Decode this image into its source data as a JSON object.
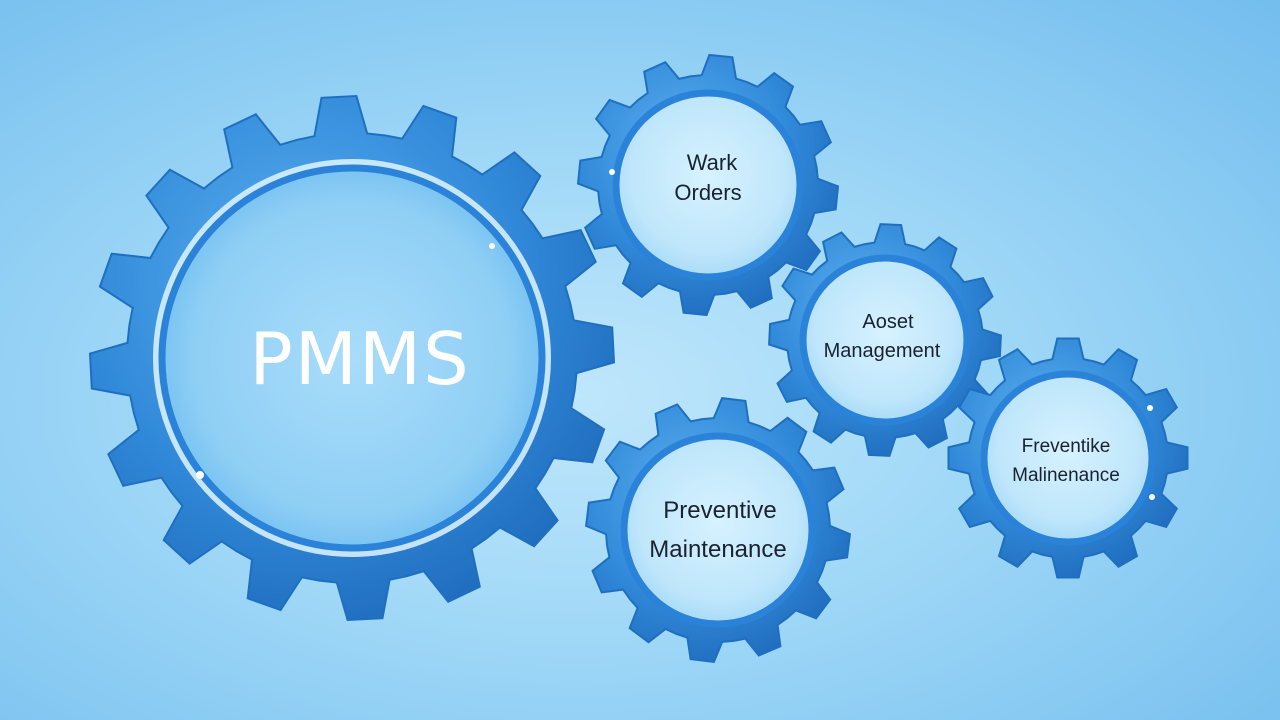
{
  "diagram": {
    "gears": [
      {
        "id": "pmms",
        "lines": [
          "PMMS"
        ]
      },
      {
        "id": "work-orders",
        "lines": [
          "Wark",
          "Orders"
        ]
      },
      {
        "id": "asset-management",
        "lines": [
          "Aoset",
          "Management"
        ]
      },
      {
        "id": "preventive-maintenance-bottom",
        "lines": [
          "Preventive",
          "Maintenance"
        ]
      },
      {
        "id": "preventive-maintenance-right",
        "lines": [
          "Freventike",
          "Malinenance"
        ]
      }
    ]
  },
  "colors": {
    "background": "#a6dbf8",
    "gear": "#2f86d6",
    "gear_dark": "#1f6fc0",
    "gear_face": "#c8ecfd",
    "label_text": "#1a2230",
    "main_label_text": "#ffffff"
  }
}
